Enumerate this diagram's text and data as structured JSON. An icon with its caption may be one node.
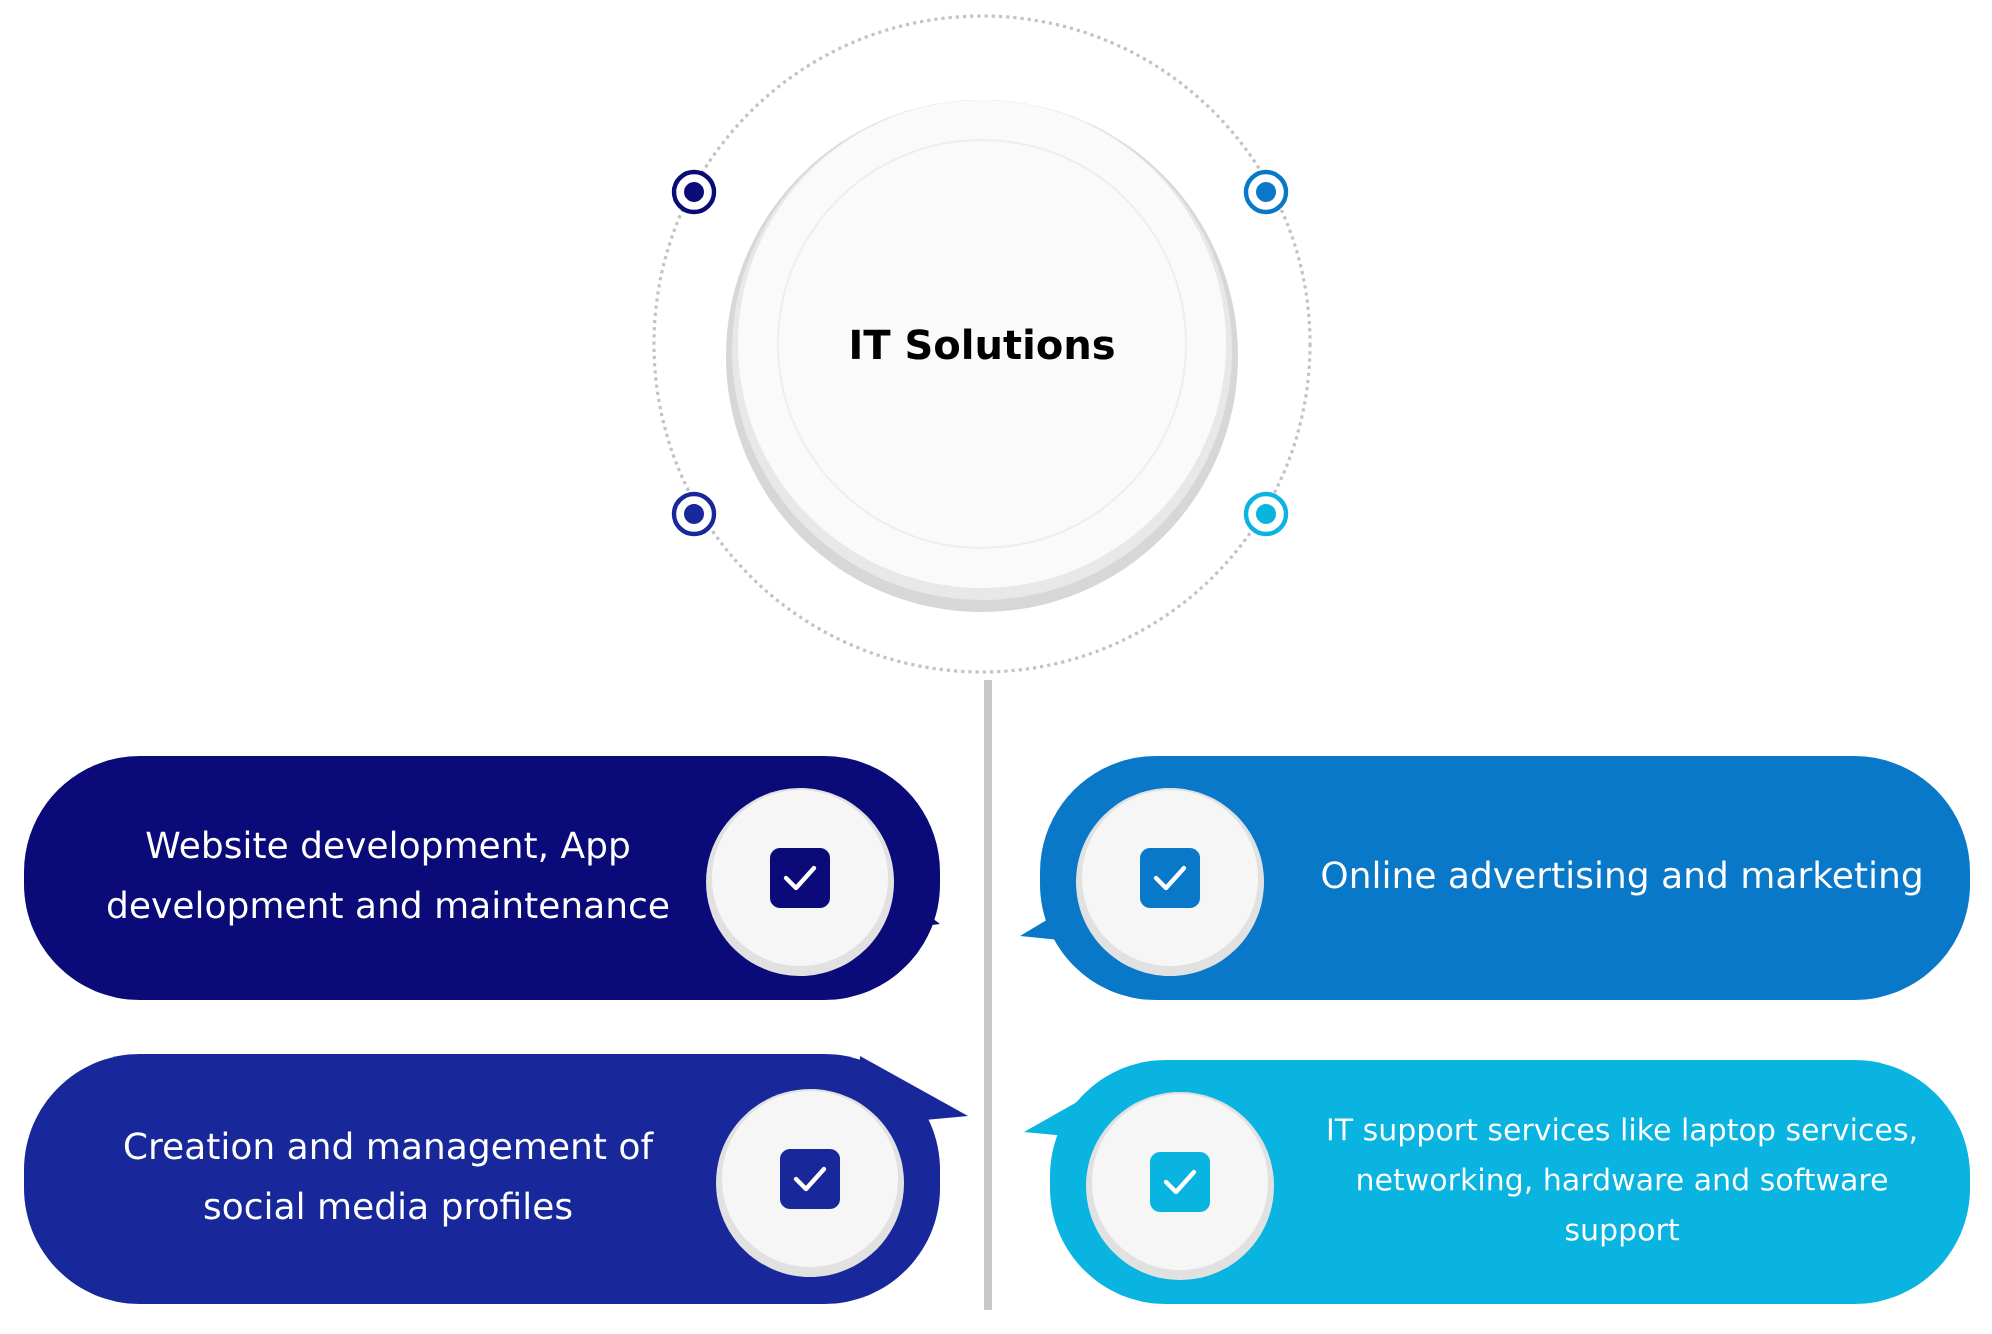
{
  "diagram": {
    "nodes": [
      {
        "text": [
          "IT Solutions"
        ]
      },
      {
        "text": [
          "Website development, App development and maintenance"
        ]
      },
      {
        "text": [
          "Online advertising and marketing"
        ]
      },
      {
        "text": [
          "Creation and management of social media profiles"
        ]
      },
      {
        "text": [
          "IT support services like laptop services, networking, hardware and software support"
        ]
      }
    ]
  }
}
